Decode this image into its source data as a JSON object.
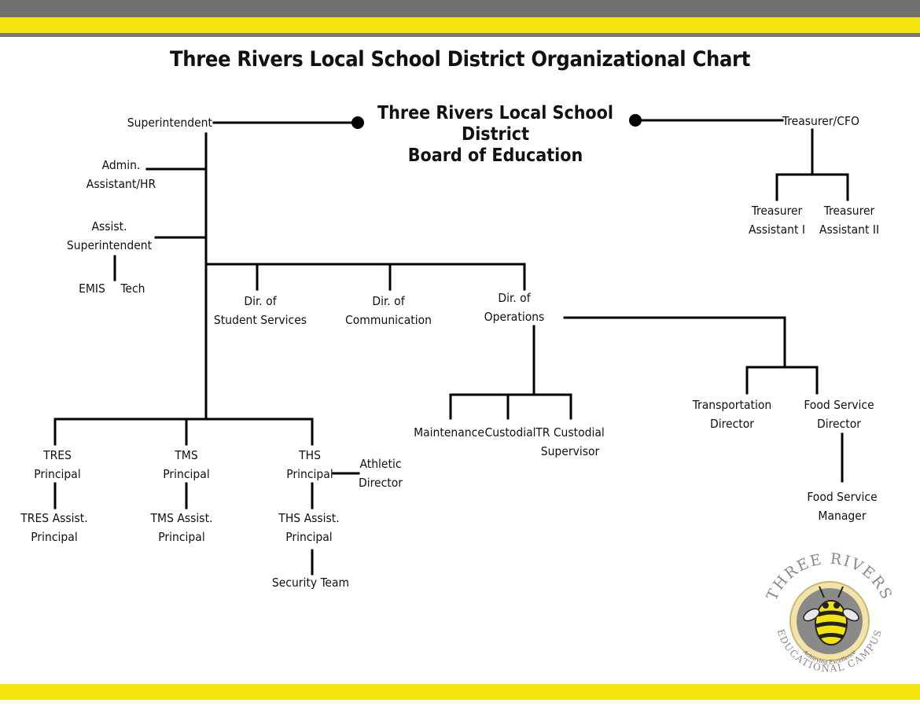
{
  "title": "Three Rivers Local School District Organizational Chart",
  "board": {
    "line1": "Three Rivers Local School District",
    "line2": "Board of Education"
  },
  "nodes": {
    "superintendent": "Superintendent",
    "treasurer": "Treasurer/CFO",
    "treasurer_asst_1": [
      "Treasurer",
      "Assistant I"
    ],
    "treasurer_asst_2": [
      "Treasurer",
      "Assistant II"
    ],
    "admin_assistant": [
      "Admin.",
      "Assistant/HR"
    ],
    "assist_superintendent": [
      "Assist.",
      "Superintendent"
    ],
    "emis": "EMIS",
    "tech": "Tech",
    "dir_student_services": [
      "Dir. of",
      "Student Services"
    ],
    "dir_communication": [
      "Dir. of",
      "Communication"
    ],
    "dir_operations": [
      "Dir. of",
      "Operations"
    ],
    "maintenance": "Maintenance",
    "custodial": "Custodial",
    "tr_custodial_supervisor": [
      "TR Custodial",
      "Supervisor"
    ],
    "transportation_director": [
      "Transportation",
      "Director"
    ],
    "food_service_director": [
      "Food Service",
      "Director"
    ],
    "food_service_manager": [
      "Food Service",
      "Manager"
    ],
    "tres_principal": [
      "TRES",
      "Principal"
    ],
    "tms_principal": [
      "TMS",
      "Principal"
    ],
    "ths_principal": [
      "THS",
      "Principal"
    ],
    "athletic_director": [
      "Athletic",
      "Director"
    ],
    "tres_assist_principal": [
      "TRES Assist.",
      "Principal"
    ],
    "tms_assist_principal": [
      "TMS Assist.",
      "Principal"
    ],
    "ths_assist_principal": [
      "THS Assist.",
      "Principal"
    ],
    "security_team": "Security Team"
  },
  "logo": {
    "top_text": "THREE RIVERS",
    "bottom_text": "EDUCATIONAL CAMPUS",
    "motto": "Achieving Excellence",
    "icon": "yellow-jacket-mascot-icon"
  },
  "colors": {
    "accent_yellow": "#f3e30f",
    "band_gray": "#717171",
    "logo_gold": "#f4e3a8",
    "logo_gray": "#8a8a8a"
  }
}
